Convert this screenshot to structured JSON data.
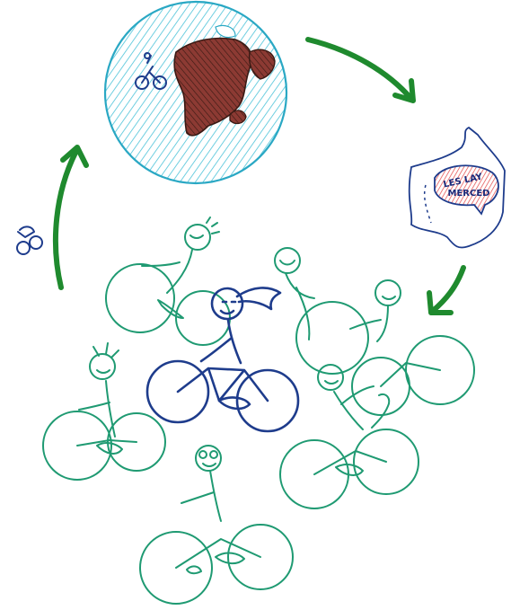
{
  "speech_bubble": {
    "line1": "LES LAY",
    "line2": "MERCED"
  },
  "colors": {
    "globe_outline": "#2aa8c4",
    "globe_hatch": "#4cc3d9",
    "land_outline": "#3a1a14",
    "land_fill": "#7a2a2a",
    "arrow_green": "#1f8a2e",
    "cyclist_green": "#1f9a72",
    "cyclist_blue": "#1e3c8c",
    "speech_red": "#d93a3a",
    "paper": "#ffffff"
  },
  "icons": [
    "globe",
    "small-cyclist",
    "curved-arrow",
    "map-fragment",
    "speech-bubble",
    "cyclist-group",
    "hair-ponytail-cyclist"
  ]
}
